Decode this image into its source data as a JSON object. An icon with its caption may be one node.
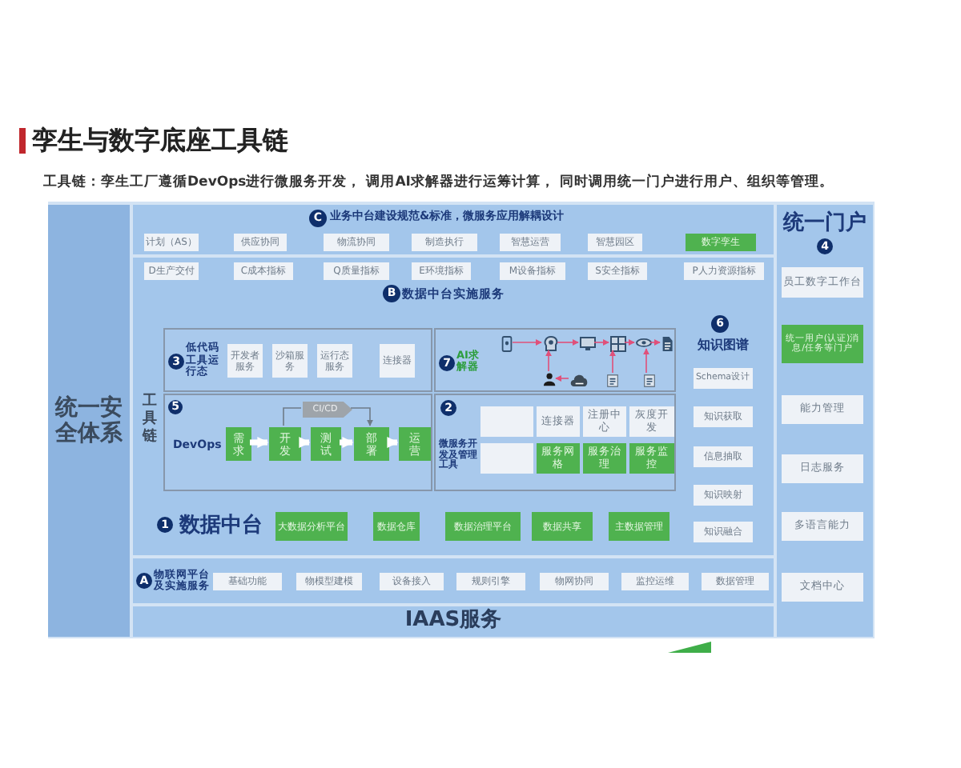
{
  "diagram": {
    "title": "孪生与数字底座工具链",
    "nodes": [
      {
        "text": [
          "统一安全体系"
        ]
      },
      {
        "text": [
          "业务中台建设规范&标准，微服务应用解耦设计"
        ]
      },
      {
        "text": [
          "C"
        ],
        "in": 1
      },
      {
        "text": [
          "计划（AS）"
        ],
        "in": 1
      },
      {
        "text": [
          "供应协同"
        ],
        "in": 1
      },
      {
        "text": [
          "物流协同"
        ],
        "in": 1
      },
      {
        "text": [
          "制造执行"
        ],
        "in": 1
      },
      {
        "text": [
          "智慧运营"
        ],
        "in": 1
      },
      {
        "text": [
          "智慧园区"
        ],
        "in": 1
      },
      {
        "text": [
          "数字孪生"
        ],
        "in": 1
      },
      {
        "text": [
          "数据中台实施服务"
        ]
      },
      {
        "text": [
          "B"
        ],
        "in": 10
      },
      {
        "text": [
          "D生产交付"
        ],
        "in": 10
      },
      {
        "text": [
          "C成本指标"
        ],
        "in": 10
      },
      {
        "text": [
          "Q质量指标"
        ],
        "in": 10
      },
      {
        "text": [
          "E环境指标"
        ],
        "in": 10
      },
      {
        "text": [
          "M设备指标"
        ],
        "in": 10
      },
      {
        "text": [
          "S安全指标"
        ],
        "in": 10
      },
      {
        "text": [
          "P人力资源指标"
        ],
        "in": 10
      },
      {
        "text": [
          "低代码工具运行态"
        ]
      },
      {
        "text": [
          "3"
        ],
        "in": 19
      },
      {
        "text": [
          "开发者服务"
        ],
        "in": 19
      },
      {
        "text": [
          "沙箱服务"
        ],
        "in": 19
      },
      {
        "text": [
          "运行态服务"
        ],
        "in": 19
      },
      {
        "text": [
          "连接器"
        ],
        "in": 19
      },
      {
        "text": [
          "AI求解器"
        ]
      },
      {
        "text": [
          "7"
        ],
        "in": 25
      },
      {
        "text": [],
        "shape": "picture",
        "in": 25
      },
      {
        "text": [],
        "shape": "picture",
        "in": 25
      },
      {
        "text": [],
        "shape": "picture",
        "in": 25
      },
      {
        "text": [],
        "shape": "picture",
        "in": 25
      },
      {
        "text": [],
        "shape": "picture",
        "in": 25
      },
      {
        "text": [],
        "shape": "picture",
        "in": 25
      },
      {
        "text": [],
        "shape": "picture",
        "in": 25
      },
      {
        "text": [],
        "shape": "picture",
        "in": 25
      },
      {
        "text": [],
        "shape": "picture",
        "in": 25
      },
      {
        "text": [],
        "shape": "picture",
        "in": 25
      },
      {
        "text": [
          "DevOps"
        ]
      },
      {
        "text": [
          "5"
        ],
        "in": 37
      },
      {
        "text": [
          "需求"
        ],
        "in": 37
      },
      {
        "text": [
          "开发"
        ],
        "in": 37
      },
      {
        "text": [
          "测试"
        ],
        "in": 37
      },
      {
        "text": [
          "部署"
        ],
        "in": 37
      },
      {
        "text": [
          "运营"
        ],
        "in": 37
      },
      {
        "text": [
          "CI/CD"
        ],
        "in": 37
      },
      {
        "text": [
          "微服务开发及管理工具"
        ]
      },
      {
        "text": [
          "2"
        ],
        "in": 45
      },
      {
        "text": [],
        "shape": "box",
        "in": 45
      },
      {
        "text": [
          "连接器"
        ],
        "in": 45
      },
      {
        "text": [
          "注册中心"
        ],
        "in": 45
      },
      {
        "text": [
          "灰度开发"
        ],
        "in": 45
      },
      {
        "text": [],
        "shape": "box",
        "in": 45
      },
      {
        "text": [
          "服务网格"
        ],
        "in": 45
      },
      {
        "text": [
          "服务治理"
        ],
        "in": 45
      },
      {
        "text": [
          "服务监控"
        ],
        "in": 45
      },
      {
        "text": [
          "6"
        ]
      },
      {
        "text": [
          "Schema设计"
        ]
      },
      {
        "text": [
          "知识获取"
        ]
      },
      {
        "text": [
          "信息抽取"
        ]
      },
      {
        "text": [
          "知识映射"
        ]
      },
      {
        "text": [
          "知识融合"
        ]
      },
      {
        "text": [
          "1"
        ]
      },
      {
        "text": [
          "大数据分析平台"
        ]
      },
      {
        "text": [
          "数据仓库"
        ]
      },
      {
        "text": [
          "数据治理平台"
        ]
      },
      {
        "text": [
          "数据共享"
        ]
      },
      {
        "text": [
          "主数据管理"
        ]
      },
      {
        "text": [
          "物联网平台及实施服务"
        ]
      },
      {
        "text": [
          "A"
        ],
        "in": 67
      },
      {
        "text": [
          "基础功能"
        ],
        "in": 67
      },
      {
        "text": [
          "物模型建模"
        ],
        "in": 67
      },
      {
        "text": [
          "设备接入"
        ],
        "in": 67
      },
      {
        "text": [
          "规则引擎"
        ],
        "in": 67
      },
      {
        "text": [
          "物网协同"
        ],
        "in": 67
      },
      {
        "text": [
          "监控运维"
        ],
        "in": 67
      },
      {
        "text": [
          "数据管理"
        ],
        "in": 67
      },
      {
        "text": [
          "IAAS服务"
        ]
      },
      {
        "text": [
          "统一门户"
        ]
      },
      {
        "text": [
          "4"
        ],
        "in": 77
      },
      {
        "text": [
          "员工数字工作台"
        ],
        "in": 77
      },
      {
        "text": [
          "统一用户(认证)消息/任务等门户"
        ],
        "in": 77
      },
      {
        "text": [
          "能力管理"
        ],
        "in": 77
      },
      {
        "text": [
          "日志服务"
        ],
        "in": 77
      },
      {
        "text": [
          "多语言能力"
        ],
        "in": 77
      },
      {
        "text": [
          "文档中心"
        ],
        "in": 77
      }
    ],
    "edges": [
      {
        "from": 39,
        "to": 40,
        "arrow": "to",
        "style": "thick",
        "color": "#ffffff"
      },
      {
        "from": 40,
        "to": 41,
        "arrow": "to",
        "style": "thick",
        "color": "#ffffff"
      },
      {
        "from": 41,
        "to": 42,
        "arrow": "to",
        "style": "thick",
        "color": "#ffffff"
      },
      {
        "from": 42,
        "to": 43,
        "arrow": "to",
        "style": "thick",
        "color": "#ffffff"
      },
      {
        "from": 40,
        "to": 44,
        "arrow": "none",
        "color": "#6e7b88"
      },
      {
        "from": 44,
        "to": 42,
        "arrow": "to",
        "color": "#6e7b88"
      },
      {
        "from": 27,
        "to": 28,
        "arrow": "to"
      },
      {
        "from": 28,
        "to": 29,
        "arrow": "to"
      },
      {
        "from": 29,
        "to": 30,
        "arrow": "to"
      },
      {
        "from": 30,
        "to": 31,
        "arrow": "to"
      },
      {
        "from": 31,
        "to": 32,
        "arrow": "to"
      },
      {
        "from": 33,
        "to": 28,
        "arrow": "to"
      },
      {
        "from": 34,
        "to": 33,
        "arrow": "to"
      },
      {
        "from": 35,
        "to": 30,
        "arrow": "to"
      },
      {
        "from": 36,
        "to": 31,
        "arrow": "to"
      }
    ],
    "labels": [
      "工具链：孪生工厂遵循DevOps进行微服务开发， 调用AI求解器进行运筹计算， 同时调用统一门户进行用户、组织等管理。",
      "工具链",
      "知识图谱",
      "数据中台"
    ]
  }
}
